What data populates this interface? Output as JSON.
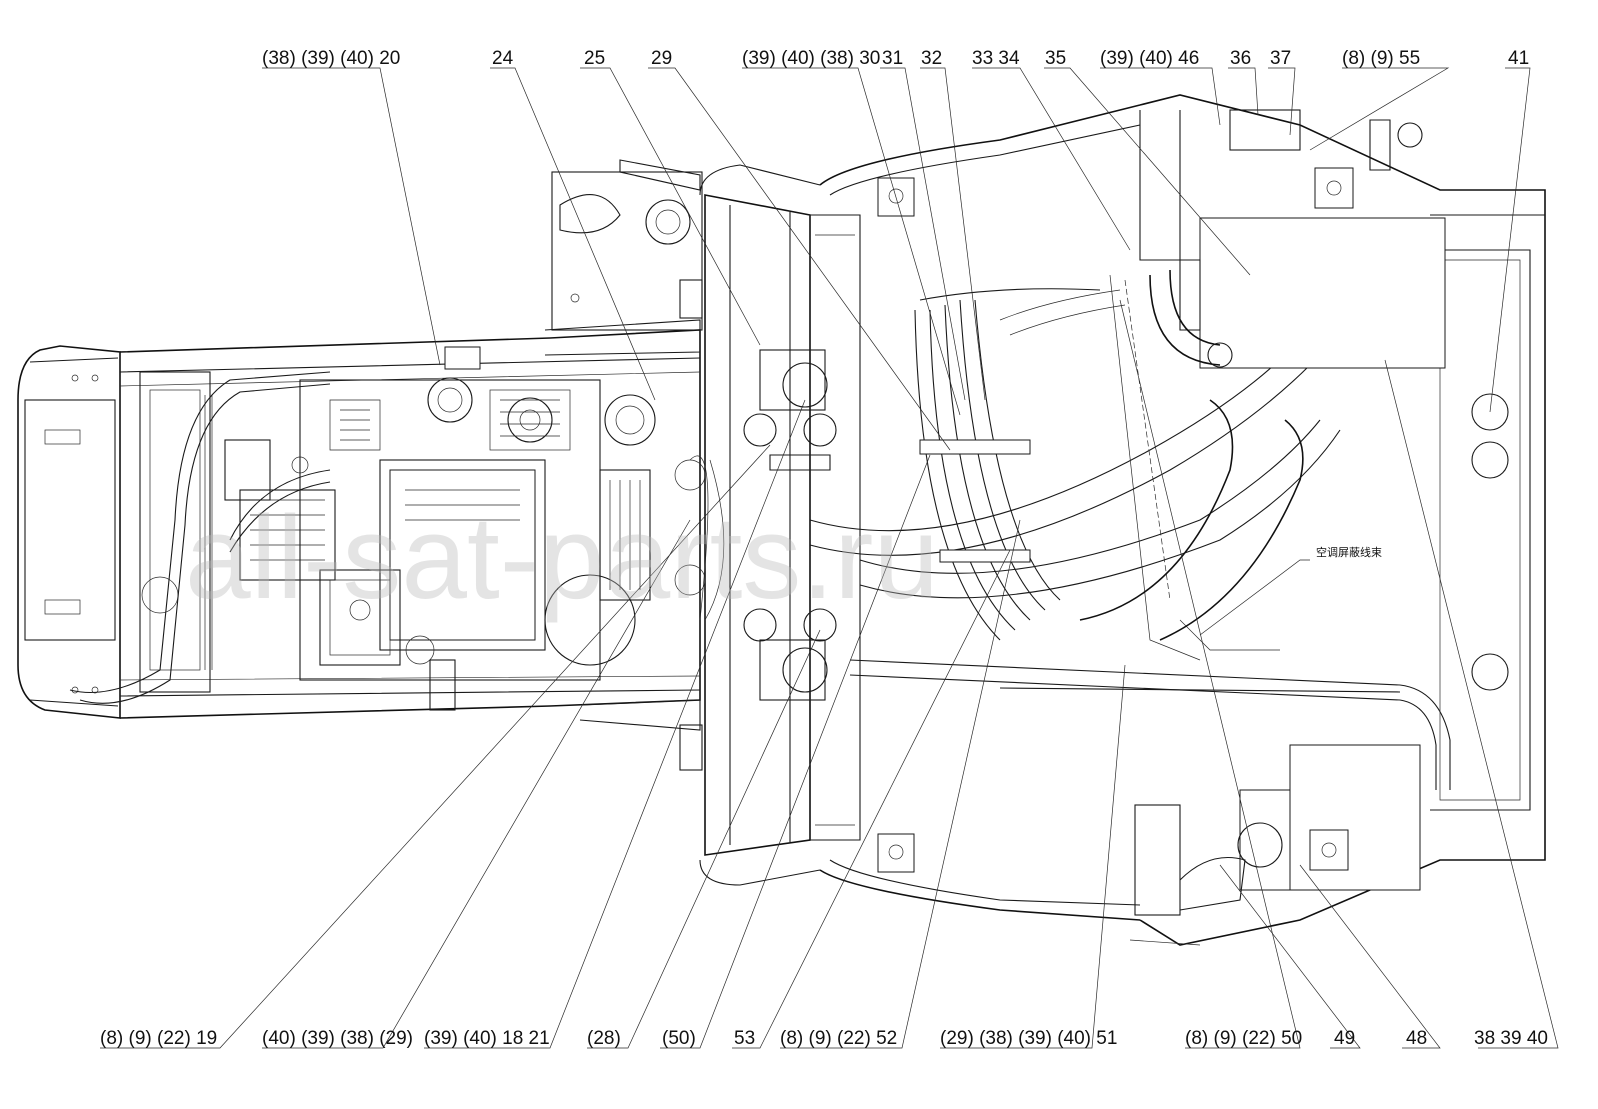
{
  "watermark": "all-sat-parts.ru",
  "annotation_note": "空调屏蔽线束",
  "callouts_top": [
    {
      "id": "t20",
      "label": "(38) (39) (40)  20"
    },
    {
      "id": "t24",
      "label": "24"
    },
    {
      "id": "t25",
      "label": "25"
    },
    {
      "id": "t29",
      "label": "29"
    },
    {
      "id": "t30",
      "label": "(39) (40) (38)  30"
    },
    {
      "id": "t31",
      "label": "31"
    },
    {
      "id": "t32",
      "label": "32"
    },
    {
      "id": "t3334",
      "label": "33  34"
    },
    {
      "id": "t35",
      "label": "35"
    },
    {
      "id": "t46",
      "label": "(39) (40)  46"
    },
    {
      "id": "t36",
      "label": "36"
    },
    {
      "id": "t37",
      "label": "37"
    },
    {
      "id": "t55",
      "label": "(8)   (9)   55"
    },
    {
      "id": "t41",
      "label": "41"
    }
  ],
  "callouts_bottom": [
    {
      "id": "b19",
      "label": "(8)   (9)   (22)   19"
    },
    {
      "id": "b29",
      "label": "(40) (39) (38) (29)"
    },
    {
      "id": "b21",
      "label": "(39) (40)  18   21"
    },
    {
      "id": "b28",
      "label": "(28)"
    },
    {
      "id": "b50p",
      "label": "(50)"
    },
    {
      "id": "b53",
      "label": "53"
    },
    {
      "id": "b52",
      "label": "(8)   (9)   (22)  52"
    },
    {
      "id": "b51",
      "label": "(29) (38) (39) (40)  51"
    },
    {
      "id": "b50",
      "label": "(8)   (9)   (22)  50"
    },
    {
      "id": "b49",
      "label": "49"
    },
    {
      "id": "b48",
      "label": "48"
    },
    {
      "id": "b40",
      "label": "38   39   40"
    }
  ]
}
